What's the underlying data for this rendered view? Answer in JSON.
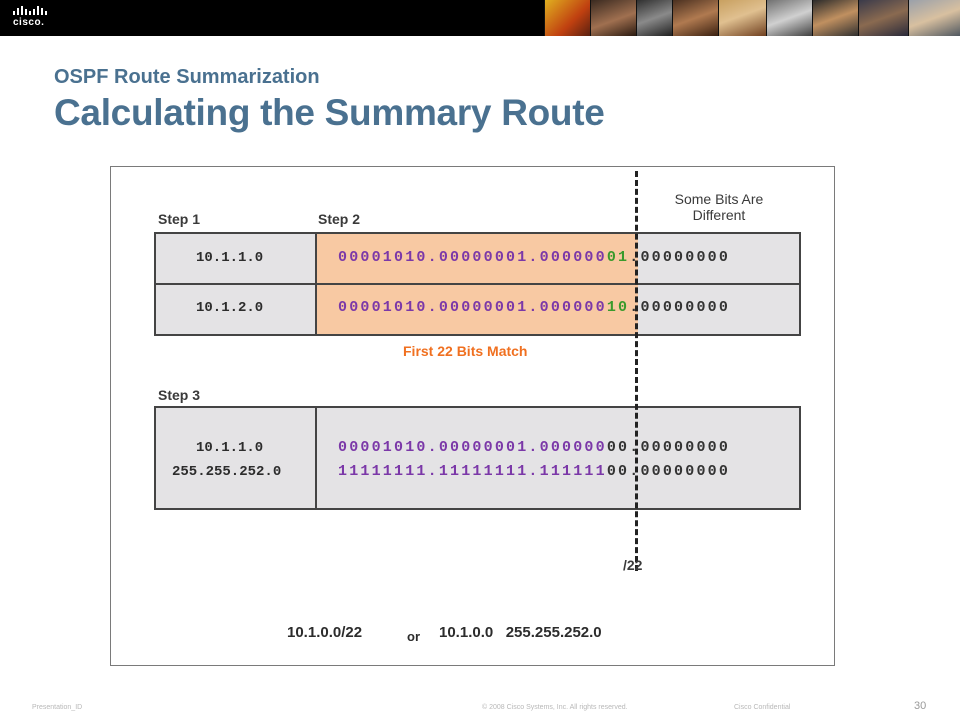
{
  "brand": {
    "logo_text": "cisco."
  },
  "slide": {
    "subtitle": "OSPF Route Summarization",
    "title": "Calculating the Summary Route"
  },
  "diagram": {
    "step1_label": "Step 1",
    "step2_label": "Step 2",
    "step3_label": "Step 3",
    "note_line1": "Some Bits Are",
    "note_line2": "Different",
    "rows": [
      {
        "ip": "10.1.1.0",
        "bits_match": "00001010.00000001.000000",
        "bits_diff": "01",
        "bits_rest": ".00000000"
      },
      {
        "ip": "10.1.2.0",
        "bits_match": "00001010.00000001.000000",
        "bits_diff": "10",
        "bits_rest": ".00000000"
      }
    ],
    "match_label": "First 22 Bits Match",
    "step3_rows": [
      {
        "ip": "10.1.1.0",
        "bits_left": "00001010.00000001.000000",
        "bits_right": "00.00000000"
      },
      {
        "ip": "255.255.252.0",
        "bits_left": "11111111.11111111.111111",
        "bits_right": "00.00000000"
      }
    ],
    "prefix_label": "/22",
    "summary_prefix": "10.1.0.0/22",
    "or_label": "or",
    "summary_mask": "10.1.0.0   255.255.252.0"
  },
  "footer": {
    "presentation_id": "Presentation_ID",
    "copyright": "© 2008 Cisco Systems, Inc. All rights reserved.",
    "confidential": "Cisco Confidential",
    "page_number": "30"
  },
  "colors": {
    "title": "#4a7190",
    "purple_bits": "#7b38a8",
    "green_bits": "#3a9a2c",
    "match_orange": "#f07020",
    "peach_highlight": "#f8c9a3",
    "box_fill": "#e4e3e5"
  }
}
